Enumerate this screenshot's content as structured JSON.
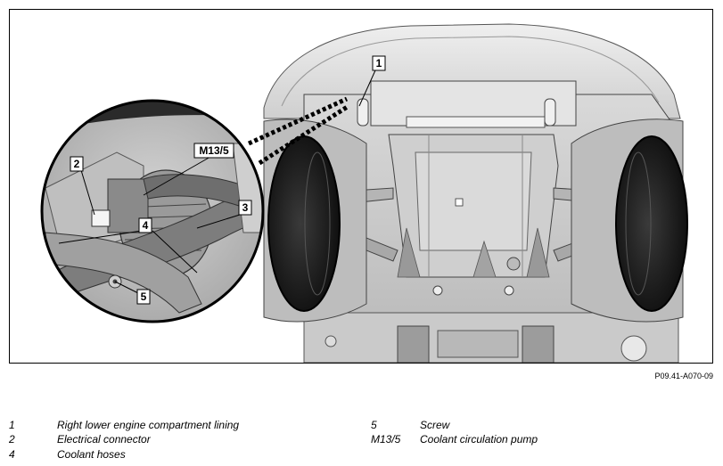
{
  "figure": {
    "callouts": {
      "c1": "1",
      "c2": "2",
      "c3": "3",
      "c4": "4",
      "c5": "5",
      "cm": "M13/5"
    }
  },
  "reference_code": "P09.41-A070-09",
  "legend": {
    "items": [
      {
        "num": "1",
        "label": "Right lower engine compartment lining"
      },
      {
        "num": "2",
        "label": "Electrical connector"
      },
      {
        "num": "4",
        "label": "Coolant hoses"
      },
      {
        "num": "5",
        "label": "Screw"
      },
      {
        "num": "M13/5",
        "label": "Coolant circulation pump"
      }
    ]
  },
  "colors": {
    "ink": "#000000",
    "body_light": "#e6e6e6",
    "body_mid": "#c8c8c8",
    "body_dark": "#8c8c8c",
    "tire": "#111111"
  }
}
